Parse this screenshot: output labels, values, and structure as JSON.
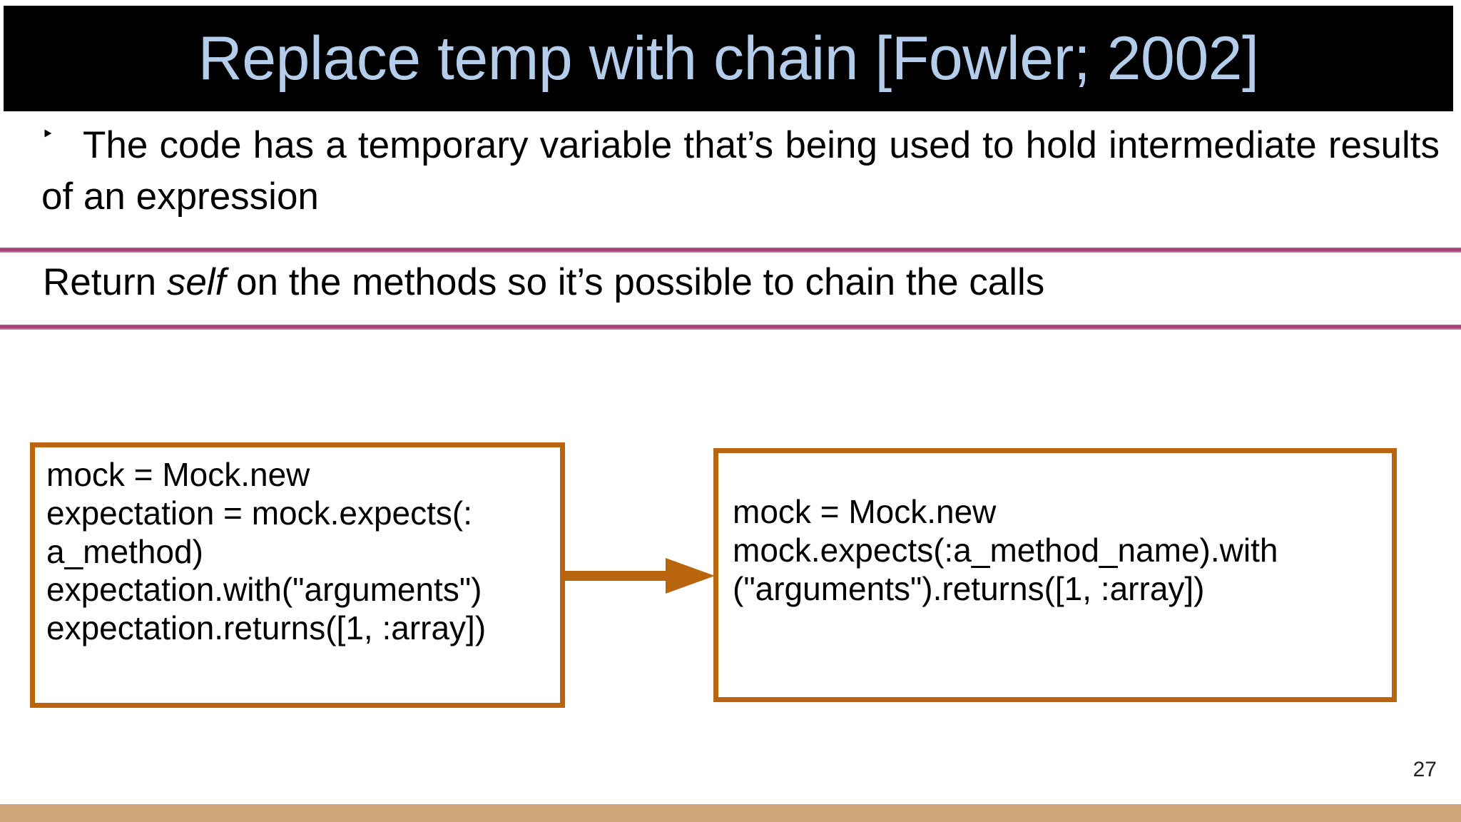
{
  "slide": {
    "title": "Replace temp with chain [Fowler; 2002]",
    "page_number": "27",
    "colors": {
      "title_bar_background": "#000000",
      "title_text": "#b3cdea",
      "rule": "#a8437b",
      "code_box_border": "#b8650d",
      "arrow": "#b8650d",
      "bottom_bar": "#cfa778",
      "body_text": "#000000"
    }
  },
  "body": {
    "bullet_marker": "triangle-bullet",
    "bullet_marker_glyph": "‣",
    "bullet_text": "The code has a temporary variable that’s being used to hold intermediate results of an expression",
    "highlight_line": {
      "before_italic": "Return ",
      "italic": "self",
      "after_italic": " on the methods so it’s possible to chain the calls"
    }
  },
  "code_before": {
    "lines": [
      "mock = Mock.new",
      "expectation = mock.expects(:",
      "a_method)",
      "expectation.with(\"arguments\")",
      "expectation.returns([1, :array])"
    ]
  },
  "code_after": {
    "lines": [
      "mock = Mock.new",
      "mock.expects(:a_method_name).with",
      "(\"arguments\").returns([1, :array])"
    ]
  },
  "arrow": {
    "name": "transform-arrow",
    "direction": "right"
  }
}
